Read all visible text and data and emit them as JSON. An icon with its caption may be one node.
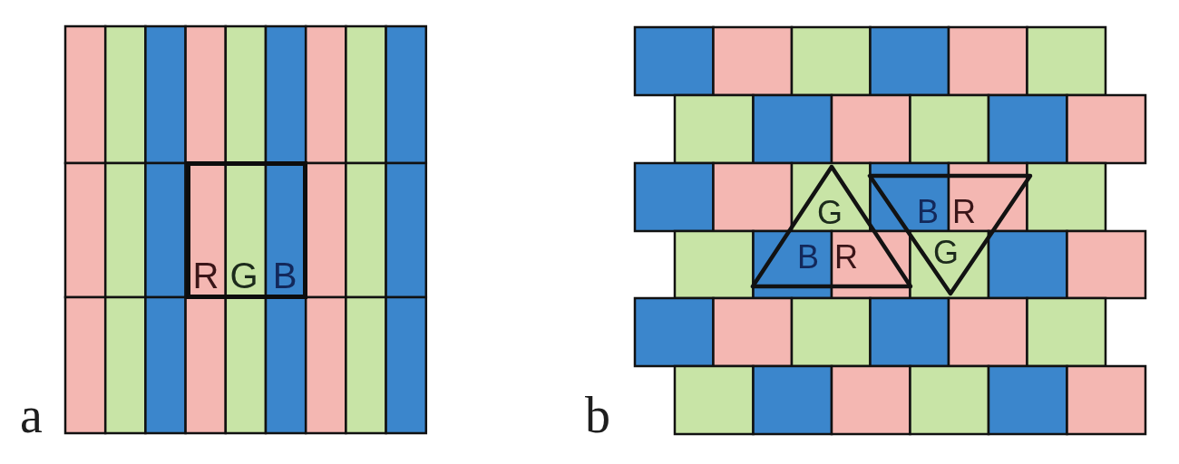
{
  "diagram": {
    "nodes": [
      {
        "text": [
          "R",
          "G",
          "B"
        ]
      },
      {
        "text": [
          "G",
          "B",
          "R"
        ]
      },
      {
        "text": [
          "B",
          "R",
          "G"
        ]
      }
    ],
    "labels": [
      "a",
      "b"
    ]
  }
}
